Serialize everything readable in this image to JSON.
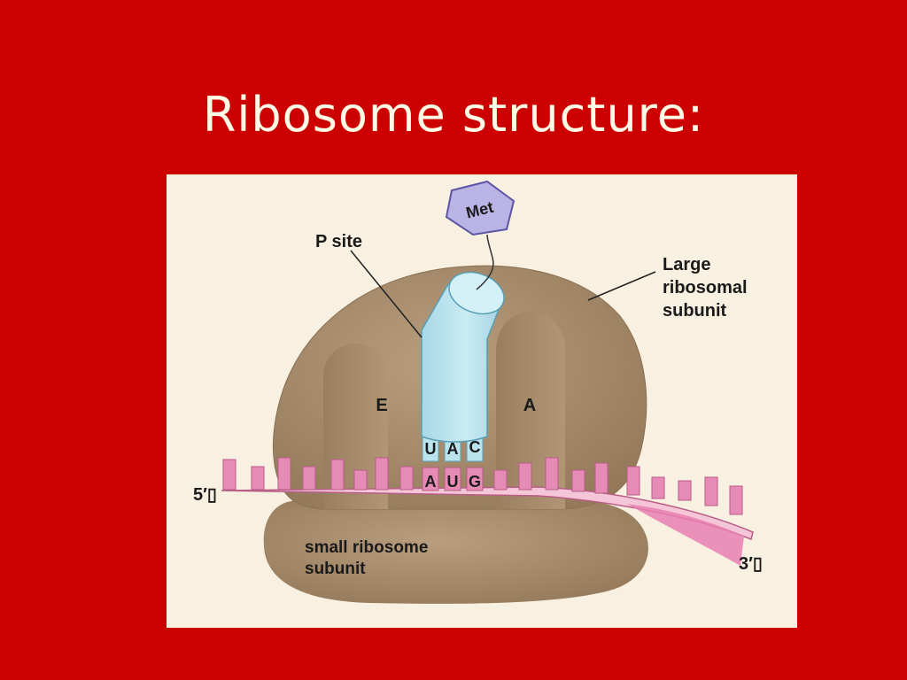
{
  "slide": {
    "title": "Ribosome structure:"
  },
  "diagram": {
    "met_label": "Met",
    "p_site_label": "P site",
    "large_subunit_label": [
      "Large",
      "ribosomal",
      "subunit"
    ],
    "small_subunit_label": [
      "small ribosome",
      "subunit"
    ],
    "e_site_label": "E",
    "a_site_label": "A",
    "anticodon": [
      "U",
      "A",
      "C"
    ],
    "codon": [
      "A",
      "U",
      "G"
    ],
    "five_prime_label": "5′▯",
    "three_prime_label": "3′▯",
    "colors": {
      "slide_background": "#cc0000",
      "figure_background": "#f8f0e0",
      "subunit_brown": "#a4896b",
      "trna_blue": "#b9e4ee",
      "met_purple": "#b9b3e6",
      "mrna_pink": "#e77fb1"
    }
  }
}
